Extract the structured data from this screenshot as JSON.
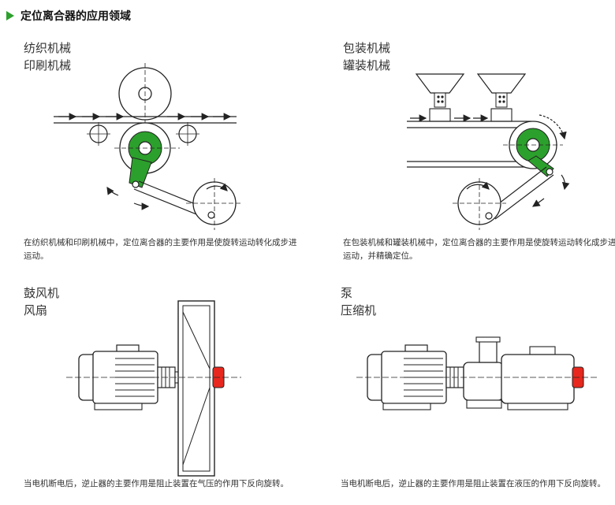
{
  "page_title": "定位离合器的应用领域",
  "panels": [
    {
      "heading_lines": [
        "纺织机械",
        "印刷机械"
      ],
      "caption": "在纺织机械和印刷机械中，定位离合器的主要作用是使旋转运动转化成步进运动。"
    },
    {
      "heading_lines": [
        "包装机械",
        "罐装机械"
      ],
      "caption": "在包装机械和罐装机械中，定位离合器的主要作用是使旋转运动转化成步进运动，并精确定位。"
    },
    {
      "heading_lines": [
        "鼓风机",
        "风扇"
      ],
      "caption": "当电机断电后，逆止器的主要作用是阻止装置在气压的作用下反向旋转。"
    },
    {
      "heading_lines": [
        "泵",
        "压缩机"
      ],
      "caption": "当电机断电后，逆止器的主要作用是阻止装置在液压的作用下反向旋转。"
    }
  ],
  "colors": {
    "accent_green": "#2ca02c",
    "clutch_red": "#e8281e",
    "line": "#222222"
  }
}
